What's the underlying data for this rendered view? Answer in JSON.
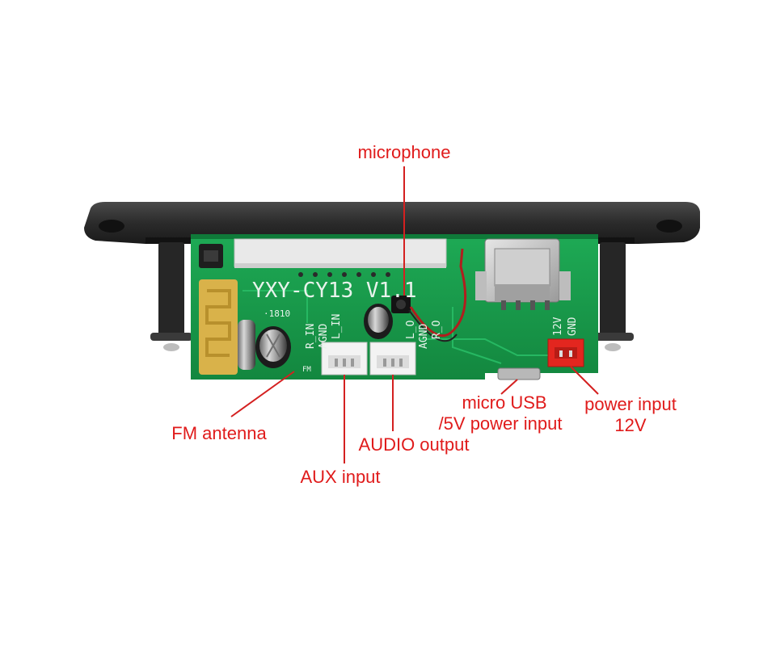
{
  "colors": {
    "label": "#e01b1b",
    "leader": "#d42020",
    "pcb": "#179c4a",
    "pcb_dark": "#0f7a39",
    "bezel": "#2a2a2a",
    "silkscreen": "#e8f3ec",
    "connector": "#f2f2f2",
    "power_connector": "#e3261f"
  },
  "callouts": {
    "microphone": "microphone",
    "fm_antenna": "FM antenna",
    "aux_input": "AUX input",
    "audio_output": "AUDIO output",
    "micro_usb_line1": "micro USB",
    "micro_usb_line2": "/5V power input",
    "power_input_line1": "power input",
    "power_input_line2": "12V"
  },
  "silkscreen": {
    "model": "YXY-CY13 V1.1",
    "date_code": "·1810",
    "fm_mark": "FM",
    "pin_r_in": "R_IN",
    "pin_agnd_1": "AGND",
    "pin_l_in": "L_IN",
    "pin_l_o": "L_O",
    "pin_agnd_2": "AGND",
    "pin_r_o": "R_O",
    "pin_12v": "12V",
    "pin_gnd": "GND"
  },
  "icons": {
    "antenna": "antenna-pad-icon",
    "capacitor": "capacitor-icon",
    "usb_port": "usb-port-icon",
    "microphone": "microphone-icon"
  }
}
